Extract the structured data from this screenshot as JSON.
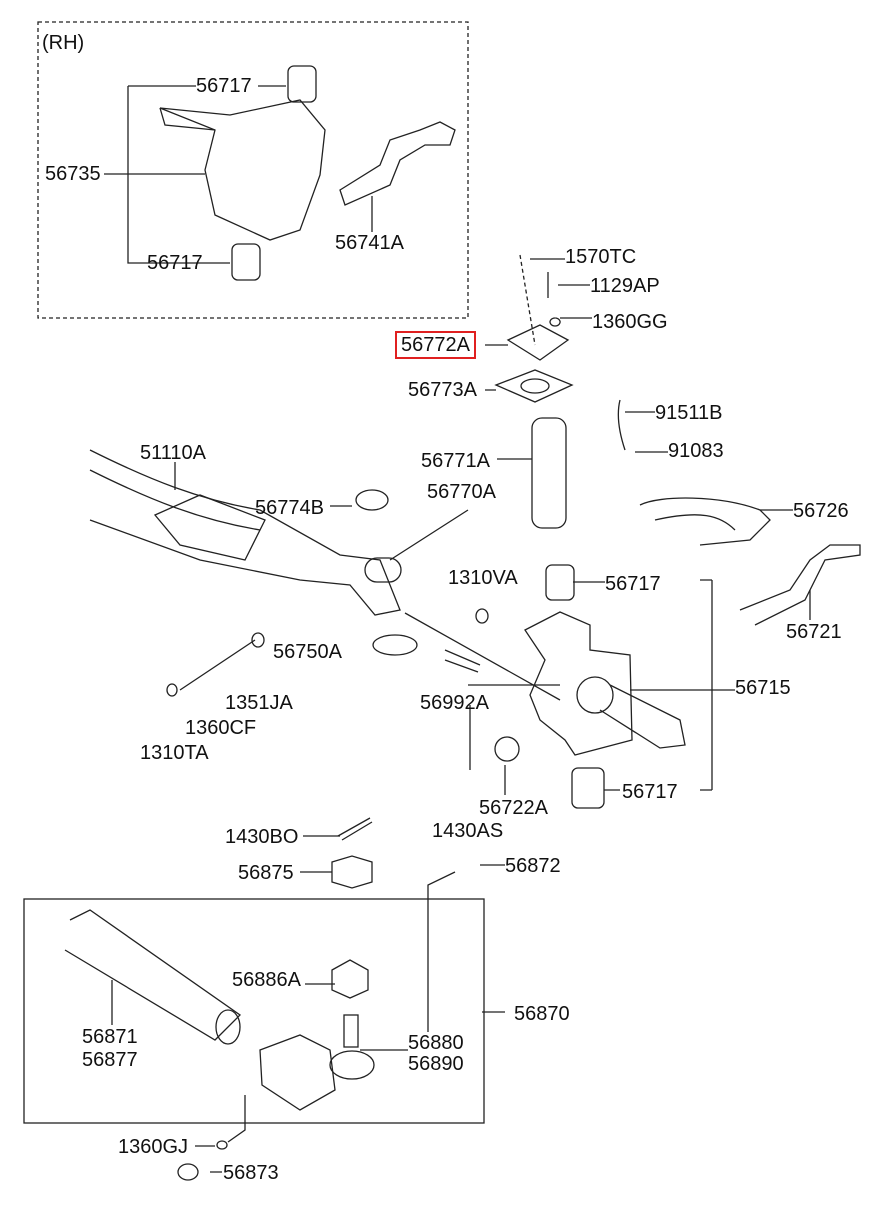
{
  "side_note": "(RH)",
  "highlight_color": "#e02020",
  "highlighted_part": "56772A",
  "parts": {
    "p56717_rh_top": "56717",
    "p56735": "56735",
    "p56741A": "56741A",
    "p56717_rh_bot": "56717",
    "p1570TC": "1570TC",
    "p1129AP": "1129AP",
    "p1360GG": "1360GG",
    "p56772A": "56772A",
    "p56773A": "56773A",
    "p91511B": "91511B",
    "p91083": "91083",
    "p56771A": "56771A",
    "p51110A": "51110A",
    "p56774B": "56774B",
    "p56770A": "56770A",
    "p56726": "56726",
    "p1310VA": "1310VA",
    "p56717_a": "56717",
    "p56721": "56721",
    "p56750A": "56750A",
    "p56715": "56715",
    "p1351JA": "1351JA",
    "p56992A": "56992A",
    "p1360CF": "1360CF",
    "p1310TA": "1310TA",
    "p56722A": "56722A",
    "p56717_b": "56717",
    "p1430AS": "1430AS",
    "p1430BO": "1430BO",
    "p56875": "56875",
    "p56872": "56872",
    "p56886A": "56886A",
    "p56870": "56870",
    "p56871": "56871",
    "p56877": "56877",
    "p56880": "56880",
    "p56890": "56890",
    "p1360GJ": "1360GJ",
    "p56873": "56873"
  }
}
